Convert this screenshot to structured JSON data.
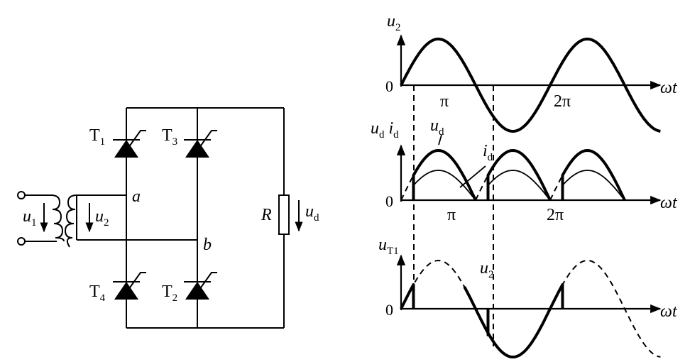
{
  "circuit": {
    "components": [
      {
        "id": "T1",
        "label": "T",
        "sub": "1"
      },
      {
        "id": "T3",
        "label": "T",
        "sub": "3"
      },
      {
        "id": "T4",
        "label": "T",
        "sub": "4"
      },
      {
        "id": "T2",
        "label": "T",
        "sub": "2"
      }
    ],
    "nodes": {
      "a": "a",
      "b": "b"
    },
    "load": {
      "label": "R"
    },
    "voltages": {
      "u1": {
        "main": "u",
        "sub": "1"
      },
      "u2": {
        "main": "u",
        "sub": "2"
      },
      "ud": {
        "main": "u",
        "sub": "d"
      }
    }
  },
  "plots": {
    "top": {
      "ylabel_main": "u",
      "ylabel_sub": "2",
      "origin": "0",
      "ticks": [
        "π",
        "2π"
      ],
      "xlabel": "ωt"
    },
    "middle": {
      "ylabel": "u_d i_d",
      "ylabel_u": "u",
      "ylabel_u_sub": "d",
      "ylabel_i": "i",
      "ylabel_i_sub": "d",
      "origin": "0",
      "ticks": [
        "π",
        "2π"
      ],
      "xlabel": "ωt",
      "curve_u": {
        "main": "u",
        "sub": "d"
      },
      "curve_i": {
        "main": "i",
        "sub": "d"
      }
    },
    "bottom": {
      "ylabel_main": "u",
      "ylabel_sub": "T1",
      "origin": "0",
      "xlabel": "ωt",
      "curve": {
        "main": "u",
        "sub": "2"
      }
    }
  }
}
